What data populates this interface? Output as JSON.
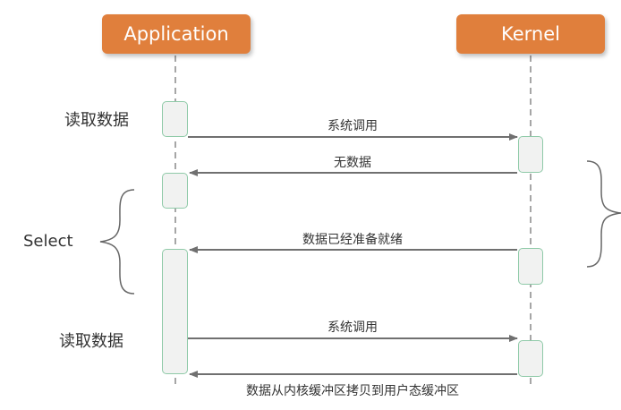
{
  "actors": {
    "application": "Application",
    "kernel": "Kernel"
  },
  "side_labels": {
    "read_data_1": "读取数据",
    "select": "Select",
    "read_data_2": "读取数据"
  },
  "messages": {
    "syscall_1": "系统调用",
    "no_data": "无数据",
    "data_ready": "数据已经准备就绪",
    "syscall_2": "系统调用",
    "copy_data": "数据从内核缓冲区拷贝到用户态缓冲区"
  },
  "colors": {
    "actor_fill": "#e07f3c",
    "activation_border": "#8fcaa8",
    "activation_fill": "#f1f2f1",
    "arrow": "#707070"
  }
}
